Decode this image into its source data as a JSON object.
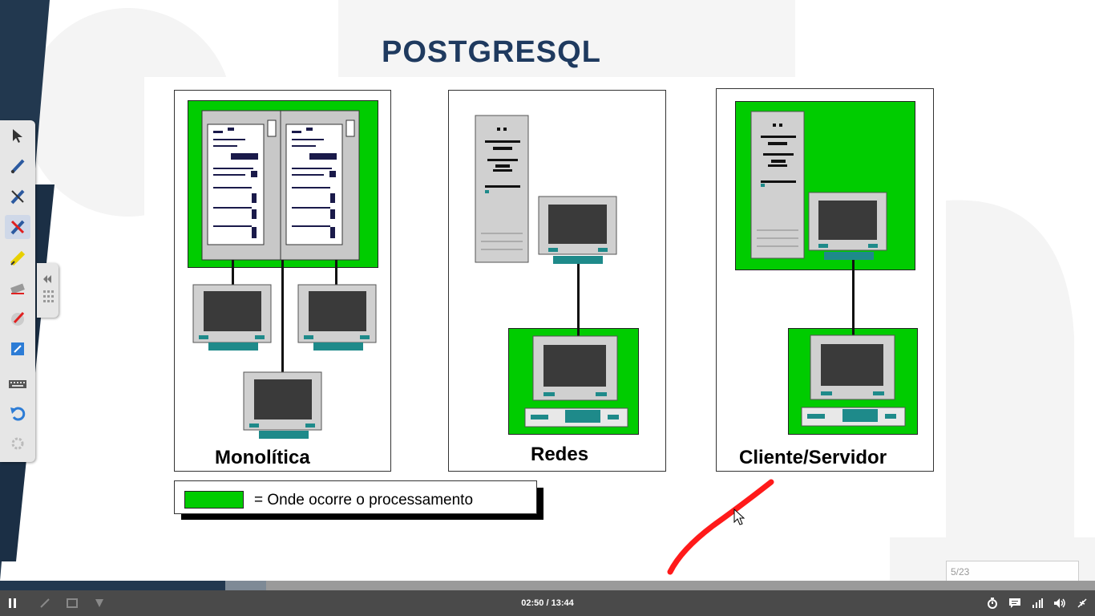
{
  "slide": {
    "title": "POSTGRESQL",
    "panels": [
      {
        "label": "Monolítica"
      },
      {
        "label": "Redes"
      },
      {
        "label": "Cliente/Servidor"
      }
    ],
    "legend": {
      "text": "= Onde ocorre o processamento"
    }
  },
  "player": {
    "time": "02:50 / 13:44",
    "progress": 0.206,
    "buffered": 0.243,
    "page_indicator": "5/23"
  },
  "colors": {
    "title": "#1f3a5f",
    "processing_green": "#00cc00",
    "annotation_red": "#ff1a1a",
    "player_bar": "#4a4a4a",
    "progress_fill": "#22384f"
  },
  "icons": {
    "toolbar": [
      "select-arrow-icon",
      "pen-icon",
      "pen-color-icon",
      "pen-active-icon",
      "highlighter-icon",
      "eraser-icon",
      "laser-pointer-icon",
      "whiteboard-icon",
      "keyboard-icon",
      "undo-icon",
      "settings-icon"
    ],
    "player": [
      "pause-icon",
      "timer-icon",
      "chat-icon",
      "signal-icon",
      "volume-icon",
      "collapse-icon"
    ]
  }
}
